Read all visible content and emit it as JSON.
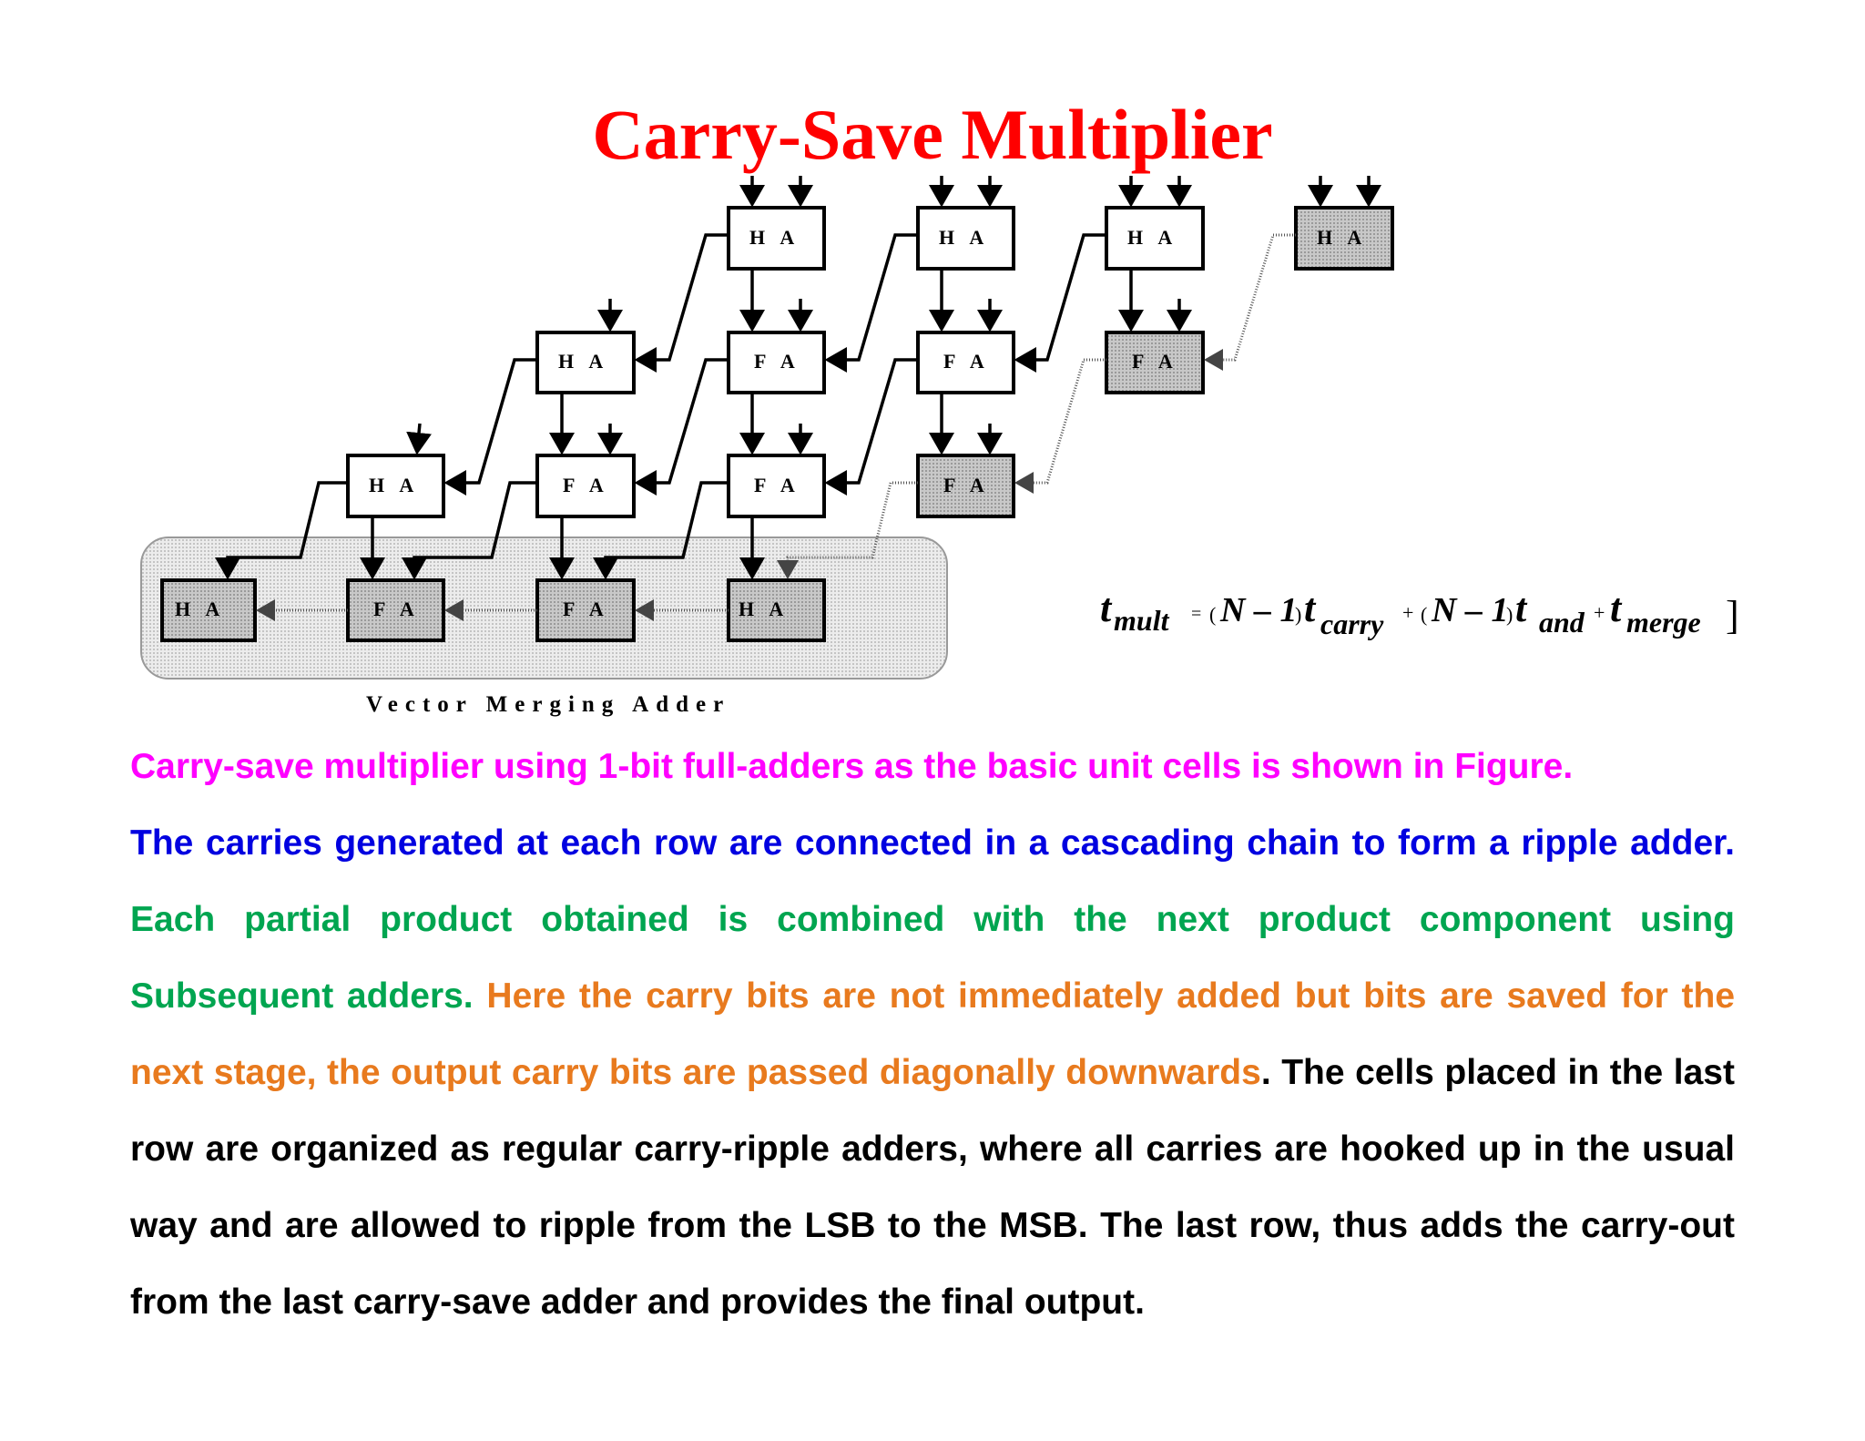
{
  "title": "Carry-Save Multiplier",
  "cells": {
    "ha": "H A",
    "fa": "F A"
  },
  "vector_merging_label": "Vector Merging Adder",
  "formula": {
    "t": "t",
    "mult": "mult",
    "eq": "=",
    "n_minus_1": "N – 1",
    "carry": "carry",
    "plus": "+",
    "and": "and",
    "merge": "merge"
  },
  "paragraph": {
    "magenta": "Carry-save multiplier using 1-bit full-adders as the basic unit cells is shown in Figure.",
    "blue": "The carries generated at each row are connected in a cascading chain to form a ripple adder.",
    "green": "Each partial product obtained is combined with the next product component using Subsequent adders.",
    "orange": "Here the carry bits are not immediately added but bits are saved for the next stage, the output carry bits are passed diagonally downwards",
    "black": ". The cells placed in the last row are organized as regular carry-ripple adders, where all carries are hooked up in the usual way and are allowed to ripple from the LSB to the MSB. The last row, thus adds the carry-out from the last carry-save adder and provides the final output."
  }
}
